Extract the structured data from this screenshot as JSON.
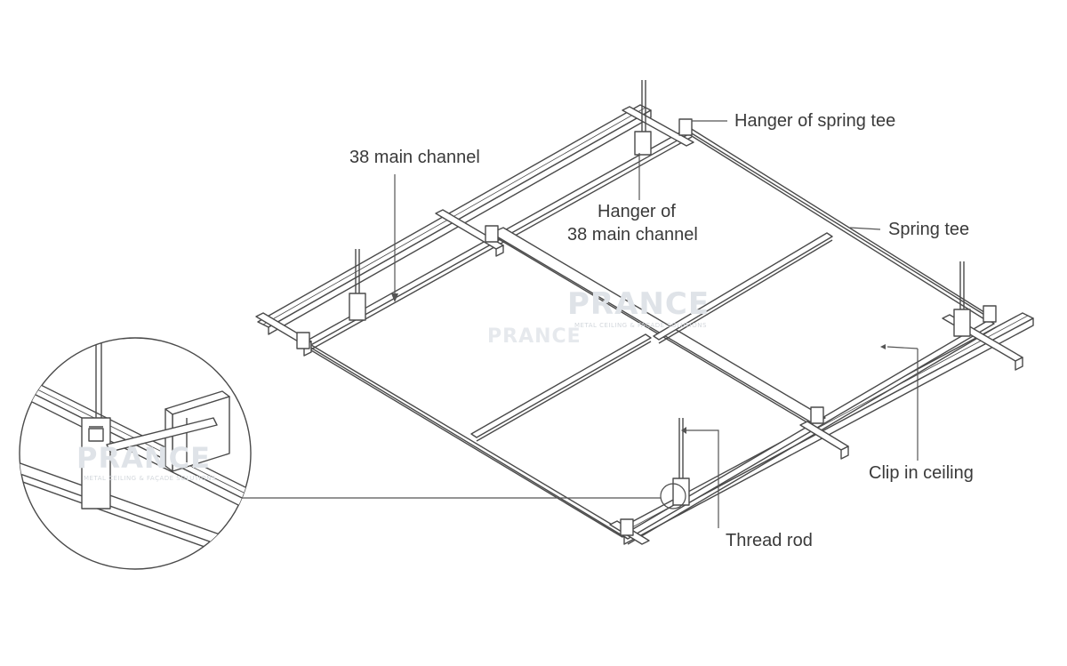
{
  "labels": {
    "hanger_spring_tee": "Hanger of spring tee",
    "main_channel": "38 main channel",
    "hanger_main_line1": "Hanger of",
    "hanger_main_line2": "38 main channel",
    "spring_tee": "Spring tee",
    "clip_in_ceiling": "Clip in ceiling",
    "thread_rod": "Thread rod"
  },
  "watermark": {
    "brand": "PRANCE",
    "tagline": "METAL CEILING & FAÇADE SOLUTIONS"
  },
  "colors": {
    "line": "#4a4a4a",
    "leader": "#555555",
    "watermark": "#dfe3e8",
    "background": "#ffffff"
  }
}
